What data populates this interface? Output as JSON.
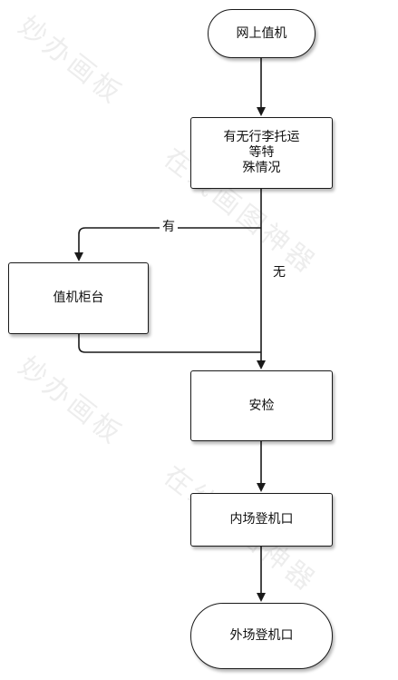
{
  "nodes": {
    "start": "网上值机",
    "decision": [
      "有无行李托运",
      "等特",
      "殊情况"
    ],
    "counter": "值机柜台",
    "security": "安检",
    "domestic": "内场登机口",
    "international": "外场登机口"
  },
  "edges": {
    "yes_label": "有",
    "no_label": "无"
  },
  "watermark": [
    "妙办画板",
    "在线画图神器",
    "妙办画板",
    "在线画图神器"
  ]
}
